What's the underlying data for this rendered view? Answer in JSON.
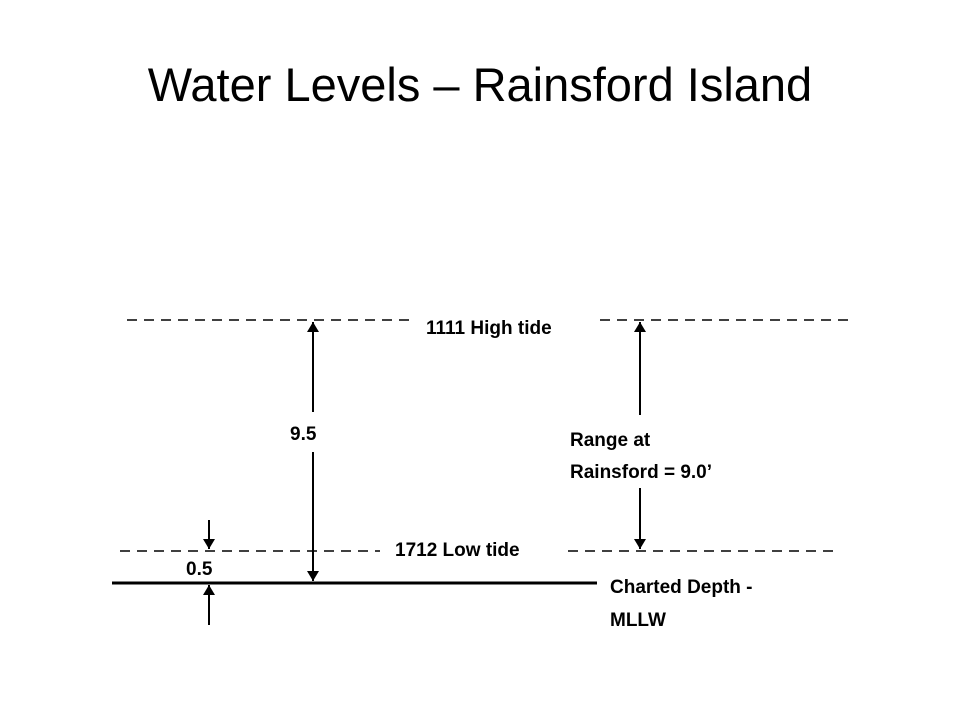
{
  "title": "Water Levels – Rainsford Island",
  "diagram": {
    "high_tide_label": "1111 High tide",
    "low_tide_label": "1712 Low tide",
    "datum_label_line1": "Charted Depth -",
    "datum_label_line2": "MLLW",
    "height_label": "9.5",
    "offset_label": "0.5",
    "range_label_line1": "Range at",
    "range_label_line2": "Rainsford = 9.0’"
  },
  "colors": {
    "line": "#000000",
    "background": "#ffffff"
  }
}
